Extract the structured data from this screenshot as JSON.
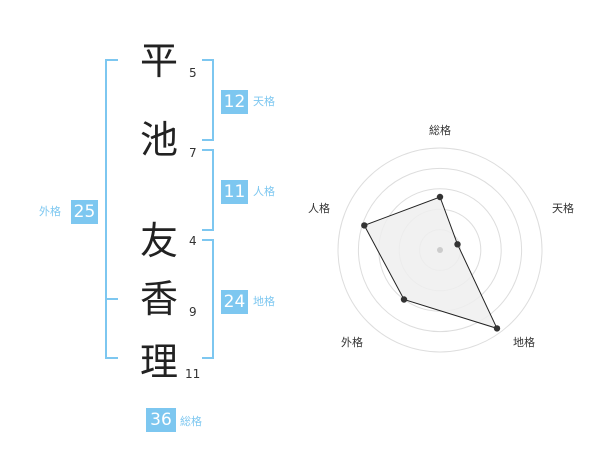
{
  "name_chars": [
    {
      "char": "平",
      "strokes": "5"
    },
    {
      "char": "池",
      "strokes": "7"
    },
    {
      "char": "友",
      "strokes": "4"
    },
    {
      "char": "香",
      "strokes": "9"
    },
    {
      "char": "理",
      "strokes": "11"
    }
  ],
  "fortunes": {
    "tenkaku": {
      "value": "12",
      "label": "天格"
    },
    "jinkaku": {
      "value": "11",
      "label": "人格"
    },
    "chikaku": {
      "value": "24",
      "label": "地格"
    },
    "gaikaku": {
      "value": "25",
      "label": "外格"
    },
    "soukaku": {
      "value": "36",
      "label": "総格"
    }
  },
  "colors": {
    "accent": "#7dc7f0",
    "bracket": "#7dc7f0",
    "radar_fill": "#efefef",
    "radar_stroke": "#222222",
    "ring": "#dddddd"
  },
  "chart_data": {
    "type": "radar",
    "axes": [
      "総格",
      "天格",
      "地格",
      "外格",
      "人格"
    ],
    "values": [
      0.52,
      0.18,
      0.95,
      0.6,
      0.78
    ],
    "range": [
      0,
      1
    ],
    "rings": 5
  }
}
